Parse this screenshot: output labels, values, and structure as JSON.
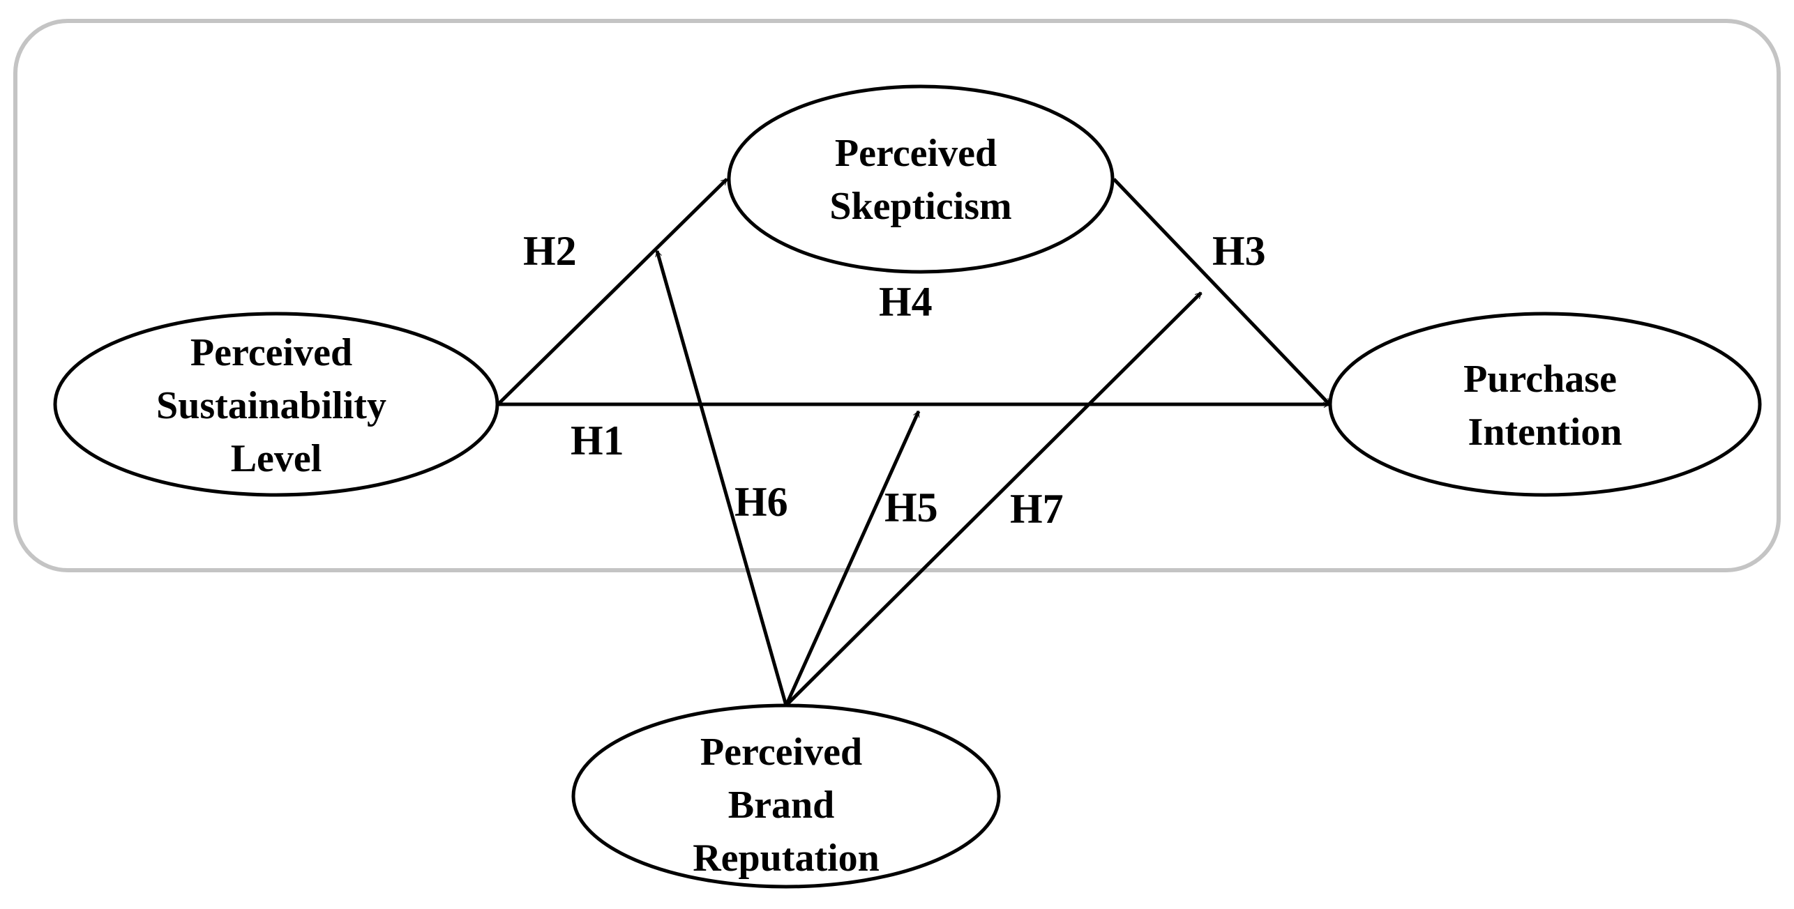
{
  "colors": {
    "frame_stroke": "#c4c4c4",
    "line": "#000000",
    "background": "#ffffff"
  },
  "nodes": {
    "sustainability": {
      "lines": [
        "Perceived",
        "Sustainability",
        "Level"
      ]
    },
    "skepticism": {
      "lines": [
        "Perceived",
        "Skepticism"
      ]
    },
    "purchase": {
      "lines": [
        "Purchase",
        "Intention"
      ]
    },
    "reputation": {
      "lines": [
        "Perceived",
        "Brand",
        "Reputation"
      ]
    }
  },
  "hypotheses": {
    "h1": "H1",
    "h2": "H2",
    "h3": "H3",
    "h4": "H4",
    "h5": "H5",
    "h6": "H6",
    "h7": "H7"
  }
}
